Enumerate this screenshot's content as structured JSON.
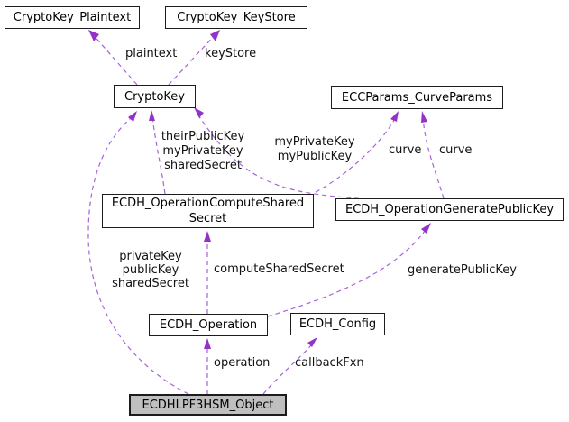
{
  "colors": {
    "edge_line": "#a862da",
    "arrowhead": "#9332ca",
    "node_border": "#1c1c1c",
    "node_fill": "#ffffff",
    "current_node_fill": "#bfbfbf",
    "text": "#000000"
  },
  "nodes": {
    "plaintext": {
      "label": "CryptoKey_Plaintext"
    },
    "keystore": {
      "label": "CryptoKey_KeyStore"
    },
    "cryptokey": {
      "label": "CryptoKey"
    },
    "eccparams": {
      "label": "ECCParams_CurveParams"
    },
    "compute": {
      "line1": "ECDH_OperationComputeShared",
      "line2": "Secret"
    },
    "generate": {
      "label": "ECDH_OperationGeneratePublicKey"
    },
    "operation": {
      "label": "ECDH_Operation"
    },
    "config": {
      "label": "ECDH_Config"
    },
    "hsm": {
      "label": "ECDHLPF3HSM_Object"
    }
  },
  "edges": {
    "plaintext_label": "plaintext",
    "keystore_label": "keyStore",
    "their_lines": {
      "l1": "theirPublicKey",
      "l2": "myPrivateKey",
      "l3": "sharedSecret"
    },
    "my_lines": {
      "l1": "myPrivateKey",
      "l2": "myPublicKey"
    },
    "curve_left_label": "curve",
    "curve_right_label": "curve",
    "compute_label": "computeSharedSecret",
    "generate_label": "generatePublicKey",
    "priv_lines": {
      "l1": "privateKey",
      "l2": "publicKey",
      "l3": "sharedSecret"
    },
    "operation_label": "operation",
    "callback_label": "callbackFxn"
  }
}
